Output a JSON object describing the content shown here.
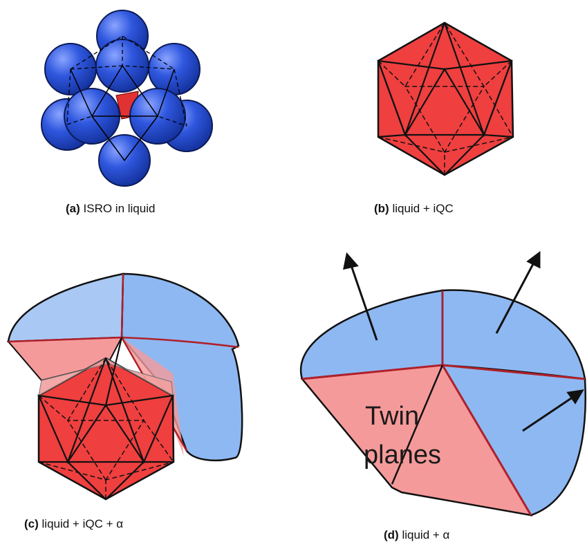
{
  "panels": [
    {
      "id": "a",
      "tag": "(a)",
      "label": "ISRO in liquid"
    },
    {
      "id": "b",
      "tag": "(b)",
      "label": "liquid + iQC"
    },
    {
      "id": "c",
      "tag": "(c)",
      "label": "liquid + iQC + α"
    },
    {
      "id": "d",
      "tag": "(d)",
      "label": "liquid + α"
    }
  ],
  "annotations": {
    "twin_line1": "Twin",
    "twin_line2": "planes"
  },
  "colors": {
    "atom_blue": "#2d52d6",
    "icosahedron_red": "#ef3f3f",
    "grain_blue": "#8eb8f2",
    "twin_pink": "#f59a9a",
    "outline": "#111111",
    "grain_boundary": "#b0202a"
  }
}
